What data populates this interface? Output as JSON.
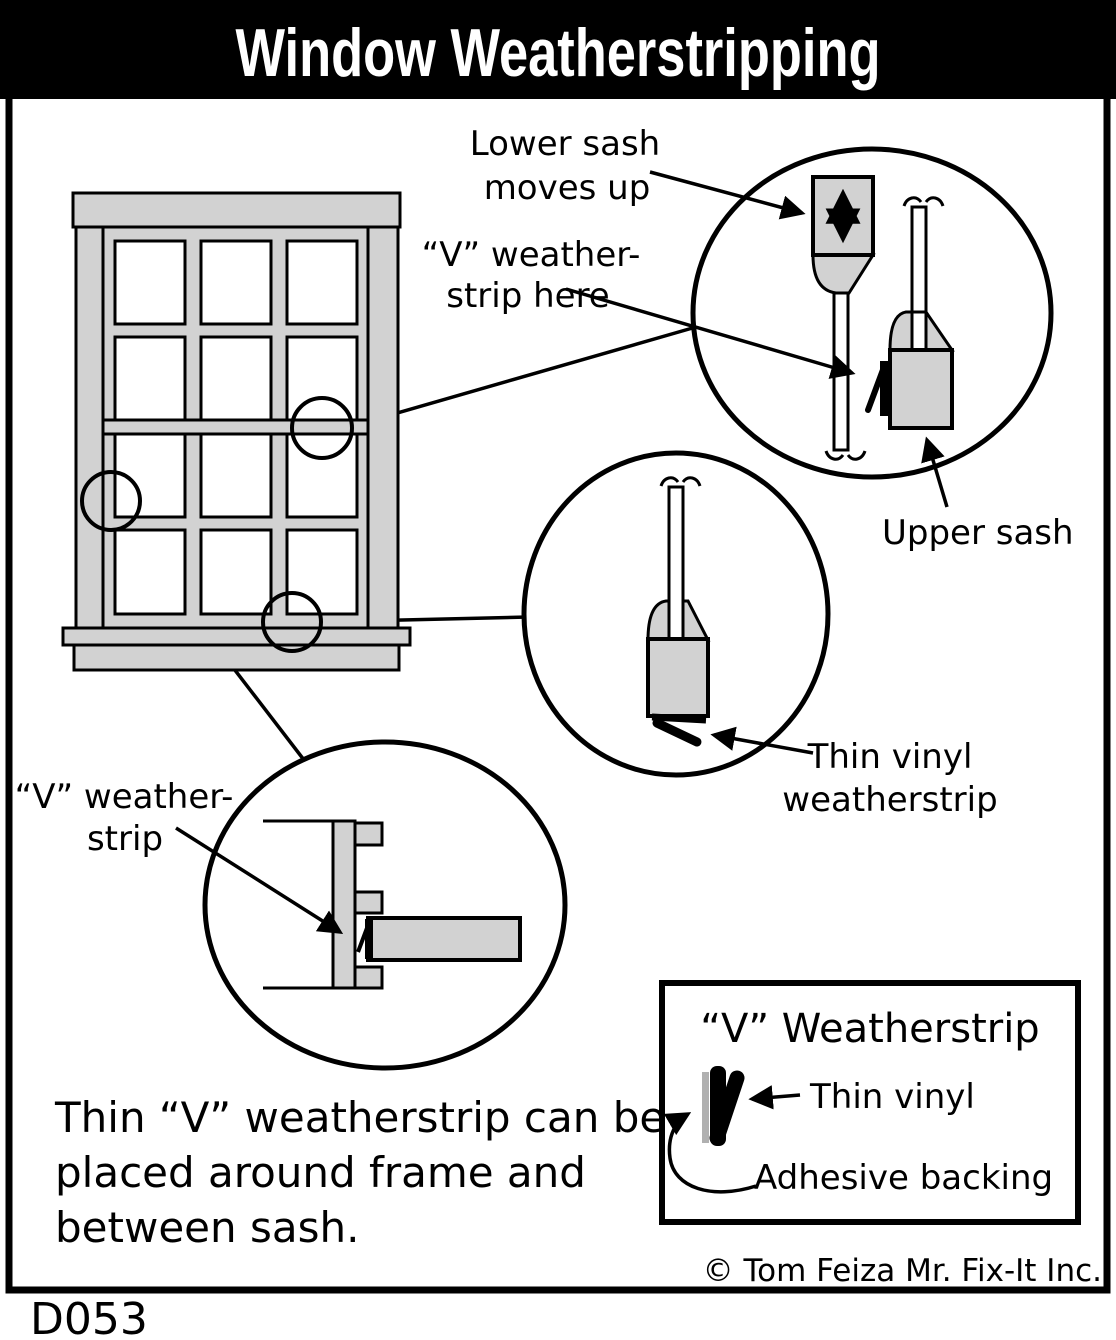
{
  "title": "Window Weatherstripping",
  "figure_id": "D053",
  "copyright": "© Tom Feiza Mr. Fix-It Inc.",
  "callouts": {
    "lower_sash": {
      "line1": "Lower sash",
      "line2": "moves up"
    },
    "v_strip_here": {
      "line1": "“V” weather-",
      "line2": "strip here"
    },
    "upper_sash": "Upper sash",
    "thin_vinyl": {
      "line1": "Thin vinyl",
      "line2": "weatherstrip"
    },
    "v_strip": {
      "line1": "“V” weather-",
      "line2": "strip"
    }
  },
  "caption": {
    "line1": "Thin “V” weatherstrip can be",
    "line2": "placed around frame and",
    "line3": "between sash."
  },
  "legend": {
    "title": "“V” Weatherstrip",
    "thin_vinyl": "Thin vinyl",
    "adhesive_backing": "Adhesive backing"
  },
  "colors": {
    "wood_gray": "#d2d2d2",
    "adhesive_gray": "#b0b0b0",
    "ink": "#000000",
    "paper": "#ffffff"
  }
}
